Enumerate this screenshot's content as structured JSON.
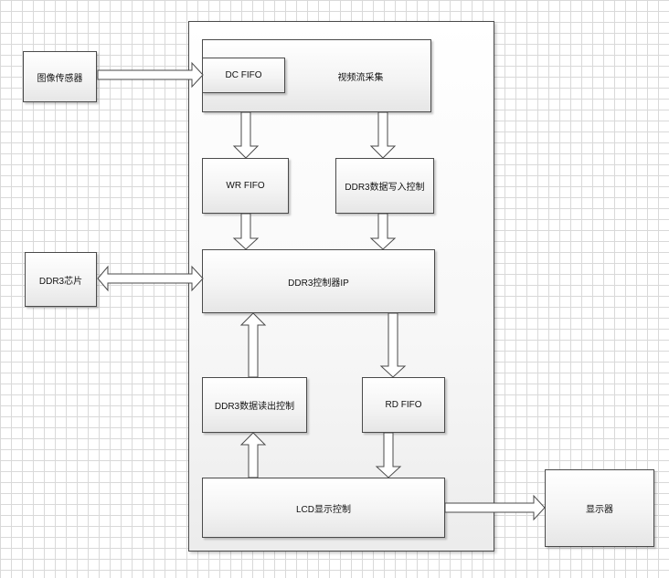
{
  "boxes": {
    "image_sensor": "图像传感器",
    "ddr3_chip": "DDR3芯片",
    "display": "显示器",
    "video_capture": "视频流采集",
    "dc_fifo": "DC FIFO",
    "wr_fifo": "WR FIFO",
    "ddr3_write_ctrl": "DDR3数据写入控制",
    "ddr3_controller_ip": "DDR3控制器IP",
    "ddr3_read_ctrl": "DDR3数据读出控制",
    "rd_fifo": "RD FIFO",
    "lcd_display_ctrl": "LCD显示控制"
  },
  "colors": {
    "stroke": "#4a4a4a",
    "arrow_fill": "#ffffff",
    "grid": "#d9d9d9"
  }
}
